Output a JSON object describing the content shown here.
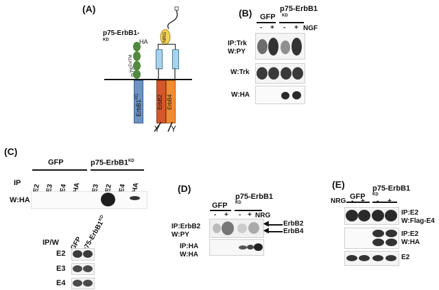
{
  "panels": {
    "A": {
      "label": "(A)",
      "receptor_left": "p75-ErbB1",
      "receptor_left_sup": "KD",
      "ha_tag": "HA",
      "ecd_label": "p75",
      "ecd_sup": "ExtTM",
      "ligand": "NRG",
      "kinase_left": "ErbB1",
      "kinase_left_sup": "KD",
      "kinase_mid": "ErbB2",
      "kinase_right": "ErbB4",
      "tyr1": "Y",
      "tyr2": "Y"
    },
    "B": {
      "label": "(B)",
      "group1": "GFP",
      "group2": "p75-ErbB1",
      "group2_sup": "KD",
      "treatment": "NGF",
      "lanes": [
        "-",
        "+",
        "-",
        "+"
      ],
      "rows": [
        "IP:Trk\nW:PY",
        "W:Trk",
        "W:HA"
      ]
    },
    "C": {
      "label": "(C)",
      "group1": "GFP",
      "group2": "p75-ErbB1",
      "group2_sup": "KD",
      "ip_label": "IP",
      "lanes": [
        "E2",
        "E3",
        "E4",
        "HA",
        "E3",
        "E2",
        "E4",
        "HA"
      ],
      "row": "W:HA",
      "inset_header": "IP/W",
      "inset_cols": [
        "GFP",
        "p75-ErbB1"
      ],
      "inset_col2_sup": "KD",
      "inset_rows": [
        "E2",
        "E3",
        "E4"
      ]
    },
    "D": {
      "label": "(D)",
      "group1": "GFP",
      "group2": "p75-ErbB1",
      "group2_sup": "KD",
      "treatment": "NRG",
      "lanes": [
        "-",
        "+",
        "-",
        "+"
      ],
      "rows": [
        "IP:ErbB2\nW:PY",
        "IP:HA\nW:HA"
      ],
      "arrows": [
        "ErbB2",
        "ErbB4"
      ]
    },
    "E": {
      "label": "(E)",
      "group1": "GFP",
      "group2": "p75-ErbB1",
      "group2_sup": "KD",
      "treatment": "NRG",
      "lanes": [
        "-",
        "+",
        "-",
        "+"
      ],
      "rows": [
        "IP:E2\nW:Flag-E4",
        "IP:E2\nW:HA",
        "E2"
      ]
    }
  },
  "colors": {
    "ecd_green": "#4f8a3e",
    "ecd_light_blue": "#a9d3ea",
    "kinase_blue": "#6d93c2",
    "erbb2_red": "#d4572c",
    "erbb4_orange": "#f08b33",
    "nrg_yellow": "#f2d15a",
    "band_dark": "#2a2a2a"
  }
}
